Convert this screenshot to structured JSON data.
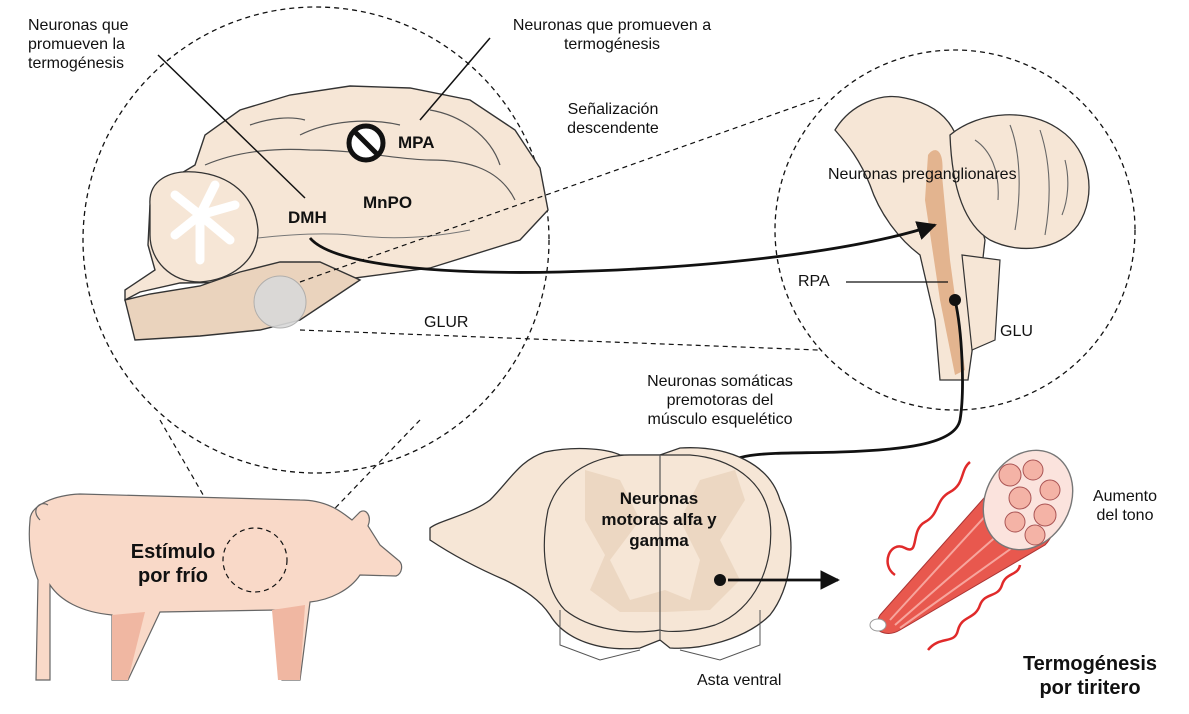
{
  "labels": {
    "termo_left": "Neuronas que\npromueven la\ntermogénesis",
    "termo_right": "Neuronas que promueven a\ntermogénesis",
    "senal": "Señalización\ndescendente",
    "mpa": "MPA",
    "mnpo": "MnPO",
    "dmh": "DMH",
    "glur": "GLUR",
    "pregang": "Neuronas preganglionares",
    "rpa": "RPA",
    "glu": "GLU",
    "somaticas": "Neuronas somáticas\npremotoras del\nmúsculo esquelético",
    "motoras": "Neuronas\nmotoras alfa y\ngamma",
    "asta": "Asta ventral",
    "aumento": "Aumento\ndel tono",
    "termo_result": "Termogénesis\npor tiritero",
    "estimulo": "Estímulo\npor frío"
  },
  "colors": {
    "tissue": "#f6e6d6",
    "tissue_dark": "#ead3bd",
    "pig": "#f9d9c8",
    "pig_leg": "#f0b7a2",
    "tract": "#e3b48f",
    "muscle": "#e8584e",
    "wave": "#e02a2a",
    "ink": "#111111"
  },
  "icons": {
    "inhibit": "prohibited-icon"
  }
}
